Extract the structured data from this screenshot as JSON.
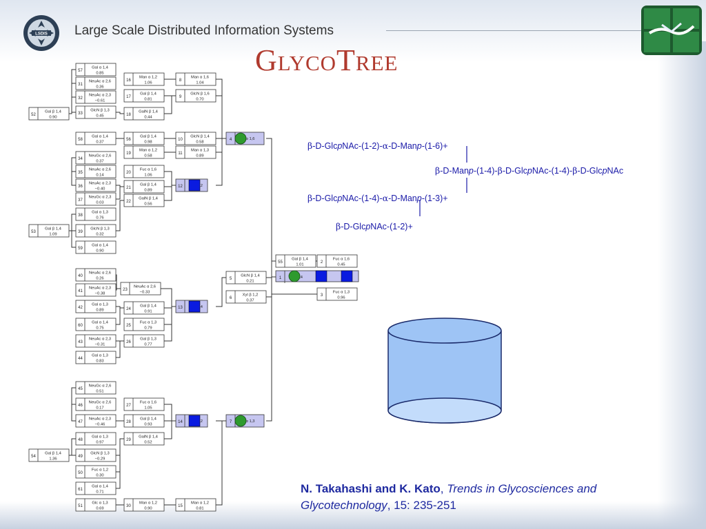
{
  "header": {
    "org_text": "Large Scale Distributed Information Systems",
    "logo_text": "LSDIS",
    "title": "GlycoTree"
  },
  "colors": {
    "title": "#b03a2e",
    "seq_text": "#1a1aa8",
    "blue_node": "#0a1be0",
    "green_node": "#2e9a2e",
    "selected_row": "#c6c6f0",
    "db_fill": "#9ec4f5"
  },
  "tree": {
    "nodes": [
      {
        "id": "57",
        "label": "Gal α 1,4",
        "value": "0.85"
      },
      {
        "id": "31",
        "label": "NeuAc α 2,6",
        "value": "0.36"
      },
      {
        "id": "32",
        "label": "NeuAc α 2,3",
        "value": "−0.61"
      },
      {
        "id": "33",
        "label": "GlcN β 1,3",
        "value": "0.45"
      },
      {
        "id": "52",
        "label": "Gal β 1,4",
        "value": "0.90"
      },
      {
        "id": "16",
        "label": "Man α 1,2",
        "value": "1.06"
      },
      {
        "id": "17",
        "label": "Gal β 1,4",
        "value": "0.81"
      },
      {
        "id": "18",
        "label": "GalN β 1,4",
        "value": "0.44"
      },
      {
        "id": "8",
        "label": "Man α 1,6",
        "value": "1.04"
      },
      {
        "id": "9",
        "label": "GlcN β 1,6",
        "value": "0.70"
      },
      {
        "id": "58",
        "label": "Gal α 1,4",
        "value": "0.37"
      },
      {
        "id": "56",
        "label": "Gal β 1,4",
        "value": "0.98"
      },
      {
        "id": "19",
        "label": "Man α 1,2",
        "value": "0.58"
      },
      {
        "id": "10",
        "label": "GlcN β 1,4",
        "value": "0.58"
      },
      {
        "id": "11",
        "label": "Man α 1,3",
        "value": "0.89"
      },
      {
        "id": "4",
        "label": "α 1,6",
        "value": ""
      },
      {
        "id": "34",
        "label": "NeuGc α 2,6",
        "value": "0.37"
      },
      {
        "id": "35",
        "label": "NeuAc α 2,6",
        "value": "0.14"
      },
      {
        "id": "36",
        "label": "NeuAc α 2,3",
        "value": "−0.40"
      },
      {
        "id": "37",
        "label": "NeuGc α 2,3",
        "value": "0.03"
      },
      {
        "id": "38",
        "label": "Gal α 1,3",
        "value": "0.76"
      },
      {
        "id": "39",
        "label": "GlcN β 1,3",
        "value": "0.32"
      },
      {
        "id": "59",
        "label": "Gal α 1,4",
        "value": "0.90"
      },
      {
        "id": "53",
        "label": "Gal β 1,4",
        "value": "1.09"
      },
      {
        "id": "20",
        "label": "Fuc α 1,6",
        "value": "1.06"
      },
      {
        "id": "21",
        "label": "Gal β 1,4",
        "value": "0.89"
      },
      {
        "id": "22",
        "label": "GalN β 1,4",
        "value": "0.56"
      },
      {
        "id": "12",
        "label": "1,2",
        "value": ""
      },
      {
        "id": "40",
        "label": "NeuAc α 2,6",
        "value": "0.26"
      },
      {
        "id": "41",
        "label": "NeuAc α 2,3",
        "value": "−0.38"
      },
      {
        "id": "42",
        "label": "Gal α 1,3",
        "value": "0.89"
      },
      {
        "id": "60",
        "label": "Gal α 1,4",
        "value": "0.75"
      },
      {
        "id": "43",
        "label": "NeuAc α 2,3",
        "value": "−0.31"
      },
      {
        "id": "44",
        "label": "Gal α 1,3",
        "value": "0.83"
      },
      {
        "id": "23",
        "label": "NeuAc α 2,6",
        "value": "−0.33"
      },
      {
        "id": "24",
        "label": "Gal β 1,4",
        "value": "0.91"
      },
      {
        "id": "25",
        "label": "Fuc α 1,3",
        "value": "0.79"
      },
      {
        "id": "26",
        "label": "Gal β 1,3",
        "value": "0.77"
      },
      {
        "id": "13",
        "label": "1,4",
        "value": ""
      },
      {
        "id": "5",
        "label": "GlcN β 1,4",
        "value": "0.21"
      },
      {
        "id": "6",
        "label": "Xyl β 1,2",
        "value": "0.37"
      },
      {
        "id": "55",
        "label": "Gal β 1,4",
        "value": "1.01"
      },
      {
        "id": "2",
        "label": "Fuc α 1,6",
        "value": "0.45"
      },
      {
        "id": "1",
        "label": "1,4",
        "value": ""
      },
      {
        "id": "3",
        "label": "Fuc α 1,3",
        "value": "0.96"
      },
      {
        "id": "45",
        "label": "NeuGc α 2,6",
        "value": "0.51"
      },
      {
        "id": "46",
        "label": "NeuGc α 2,6",
        "value": "0.17"
      },
      {
        "id": "47",
        "label": "NeuAc α 2,3",
        "value": "−0.46"
      },
      {
        "id": "48",
        "label": "Gal α 1,3",
        "value": "0.97"
      },
      {
        "id": "49",
        "label": "GlcN β 1,3",
        "value": "−0.29"
      },
      {
        "id": "54",
        "label": "Gal β 1,4",
        "value": "1.36"
      },
      {
        "id": "50",
        "label": "Fuc α 1,2",
        "value": "0.30"
      },
      {
        "id": "61",
        "label": "Gal α 1,4",
        "value": "0.71"
      },
      {
        "id": "51",
        "label": "Glc α 1,3",
        "value": "0.69"
      },
      {
        "id": "27",
        "label": "Fuc α 1,6",
        "value": "1.05"
      },
      {
        "id": "28",
        "label": "Gal β 1,4",
        "value": "0.93"
      },
      {
        "id": "29",
        "label": "GalN β 1,4",
        "value": "0.52"
      },
      {
        "id": "30",
        "label": "Man α 1,2",
        "value": "0.90"
      },
      {
        "id": "14",
        "label": "1,2",
        "value": ""
      },
      {
        "id": "15",
        "label": "Man α 1,2",
        "value": "0.81"
      },
      {
        "id": "7",
        "label": "α 1,3",
        "value": ""
      }
    ]
  },
  "structure": {
    "line1": [
      "β",
      "-D-Glc",
      "p",
      "NAc-(1-2)-",
      "α",
      "-D-Man",
      "p",
      "-(1-6)+"
    ],
    "line2": [
      "β",
      "-D-Man",
      "p",
      "-(1-4)-",
      "β",
      "-D-Glc",
      "p",
      "NAc-(1-4)-",
      "β",
      "-D-Glc",
      "p",
      "NAc"
    ],
    "line3": [
      "β",
      "-D-Glc",
      "p",
      "NAc-(1-4)-",
      "α",
      "-D-Man",
      "p",
      "-(1-3)+"
    ],
    "line4": [
      "β",
      "-D-Glc",
      "p",
      "NAc-(1-2)+"
    ]
  },
  "citation": {
    "authors": "N. Takahashi and K. Kato",
    "journal": "Trends in Glycosciences and Glycotechnology",
    "volume_pages": ", 15: 235-251"
  }
}
